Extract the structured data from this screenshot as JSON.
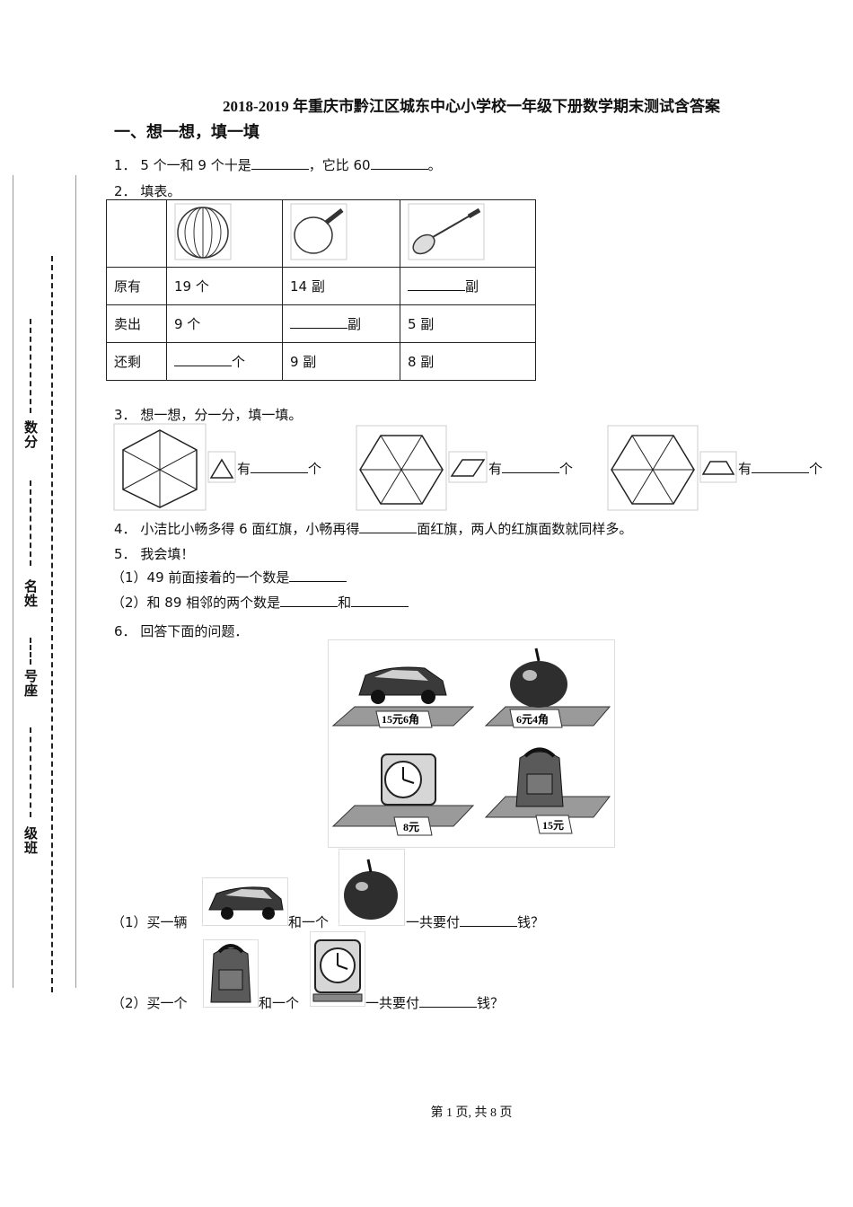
{
  "title": "2018-2019 年重庆市黔江区城东中心小学校一年级下册数学期末测试含答案",
  "section1": "一、想一想，填一填",
  "q1": {
    "num": "1．",
    "part1": "5 个一和 9 个十是",
    "part2": "，它比 60",
    "part3": "。"
  },
  "q2": {
    "num": "2．",
    "text": "填表。",
    "rows": [
      {
        "label": "原有",
        "c1": "19 个",
        "c2": "14 副",
        "c3": "副"
      },
      {
        "label": "卖出",
        "c1": "9 个",
        "c2": "副",
        "c3": "5 副"
      },
      {
        "label": "还剩",
        "c1": "个",
        "c2": "9 副",
        "c3": "8 副"
      }
    ],
    "icons": [
      "ball-icon",
      "ping-pong-paddle-icon",
      "badminton-racket-icon"
    ]
  },
  "q3": {
    "num": "3．",
    "text": "想一想，分一分，填一填。",
    "have": "有",
    "unit": "个"
  },
  "q4": {
    "num": "4．",
    "part1": "小洁比小畅多得 6 面红旗，小畅再得",
    "part2": "面红旗，两人的红旗面数就同样多。"
  },
  "q5": {
    "num": "5．",
    "text": "我会填！",
    "sub1": "（1）49 前面接着的一个数是",
    "sub2a": "（2）和 89 相邻的两个数是",
    "sub2b": "和"
  },
  "q6": {
    "num": "6．",
    "text": "回答下面的问题．",
    "prices": [
      "15元6角",
      "6元4角",
      "8元",
      "15元"
    ],
    "sub1a": "（1）买一辆",
    "sub1b": "和一个",
    "sub1c": "一共要付",
    "sub1d": "钱？",
    "sub2a": "（2）买一个",
    "sub2b": "和一个",
    "sub2c": "一共要付",
    "sub2d": "钱？"
  },
  "sidebar": {
    "score": "数分",
    "name": "名姓",
    "seat": "号座",
    "class": "级班"
  },
  "footer": "第 1 页, 共 8 页"
}
